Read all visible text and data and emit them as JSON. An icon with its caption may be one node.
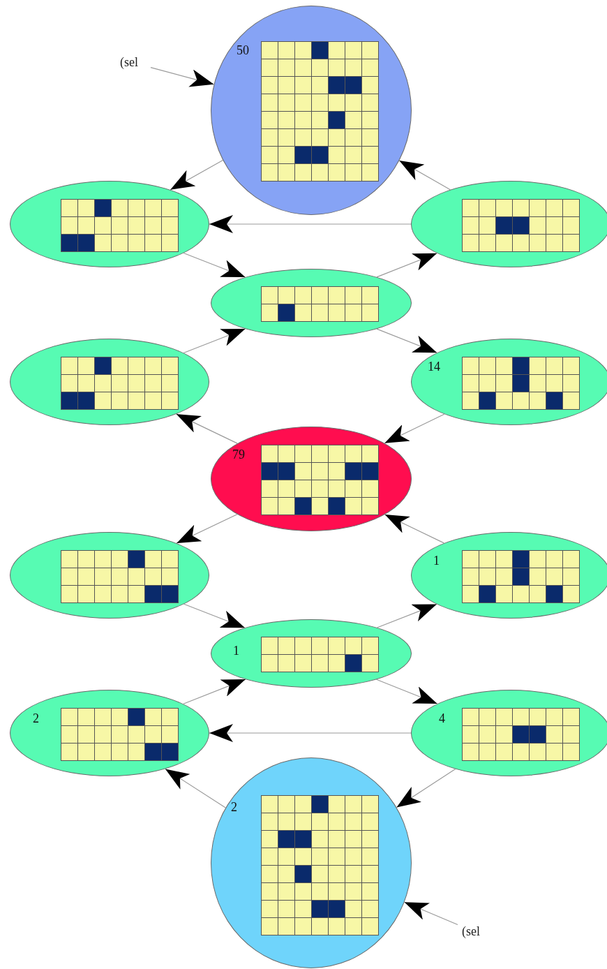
{
  "diagram": {
    "nodes": [
      {
        "text": [
          "(sel"
        ]
      },
      {
        "text": [
          "50"
        ]
      },
      {
        "text": [],
        "shape": "ellipse"
      },
      {
        "text": [],
        "shape": "ellipse"
      },
      {
        "text": [],
        "shape": "ellipse"
      },
      {
        "text": [],
        "shape": "ellipse"
      },
      {
        "text": [
          "14"
        ]
      },
      {
        "text": [
          "79"
        ]
      },
      {
        "text": [],
        "shape": "ellipse"
      },
      {
        "text": [
          "1"
        ]
      },
      {
        "text": [
          "1"
        ]
      },
      {
        "text": [
          "2"
        ]
      },
      {
        "text": [
          "4"
        ]
      },
      {
        "text": [
          "2"
        ]
      },
      {
        "text": [
          "(sel"
        ]
      }
    ],
    "edges": [
      {
        "from": 0,
        "to": 1,
        "arrow": "to"
      },
      {
        "from": 1,
        "to": 2,
        "arrow": "to"
      },
      {
        "from": 3,
        "to": 1,
        "arrow": "to"
      },
      {
        "from": 3,
        "to": 2,
        "arrow": "to"
      },
      {
        "from": 2,
        "to": 4,
        "arrow": "to"
      },
      {
        "from": 4,
        "to": 3,
        "arrow": "to"
      },
      {
        "from": 4,
        "to": 6,
        "arrow": "to"
      },
      {
        "from": 5,
        "to": 4,
        "arrow": "to"
      },
      {
        "from": 6,
        "to": 7,
        "arrow": "to"
      },
      {
        "from": 7,
        "to": 5,
        "arrow": "to"
      },
      {
        "from": 7,
        "to": 8,
        "arrow": "to"
      },
      {
        "from": 9,
        "to": 7,
        "arrow": "to"
      },
      {
        "from": 8,
        "to": 10,
        "arrow": "to"
      },
      {
        "from": 10,
        "to": 9,
        "arrow": "to"
      },
      {
        "from": 10,
        "to": 12,
        "arrow": "to"
      },
      {
        "from": 11,
        "to": 10,
        "arrow": "to"
      },
      {
        "from": 12,
        "to": 11,
        "arrow": "to"
      },
      {
        "from": 13,
        "to": 11,
        "arrow": "to"
      },
      {
        "from": 12,
        "to": 13,
        "arrow": "to"
      },
      {
        "from": 14,
        "to": 13,
        "arrow": "to"
      }
    ]
  }
}
